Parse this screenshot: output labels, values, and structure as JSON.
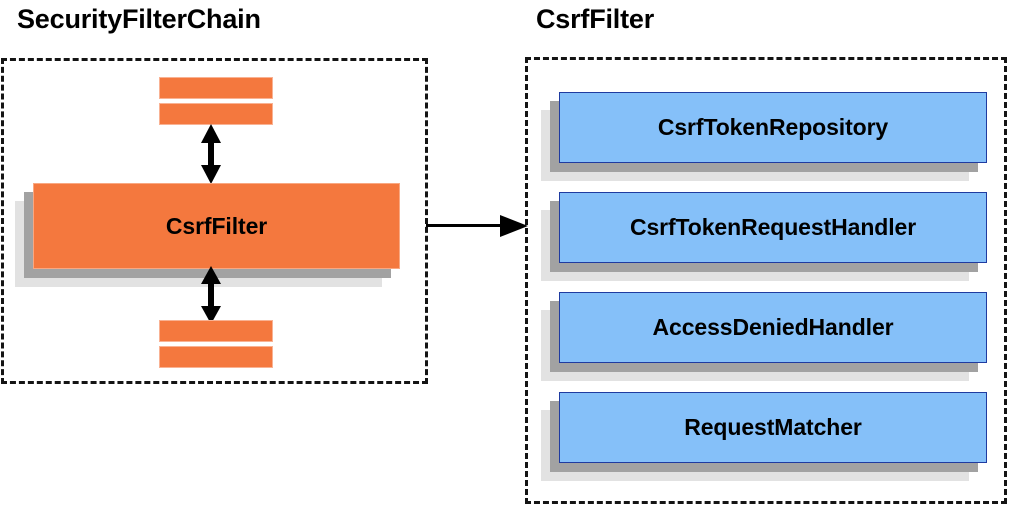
{
  "diagram": {
    "title_left": "SecurityFilterChain",
    "title_right": "CsrfFilter",
    "colors": {
      "orange_face": "#F4783E",
      "orange_border": "#F9A882",
      "blue_face": "#85C0F9",
      "blue_border": "#1F3BA0",
      "shadow_dark": "#A2A2A2",
      "shadow_light": "#E2E2E2",
      "dashed_border": "#141414",
      "text": "#000000",
      "background": "#FFFFFF"
    }
  },
  "left_panel": {
    "filter_box": {
      "label": "CsrfFilter"
    },
    "top_bars": [
      {
        "label": ""
      },
      {
        "label": ""
      }
    ],
    "bottom_bars": [
      {
        "label": ""
      },
      {
        "label": ""
      }
    ],
    "arrows": {
      "top": "double-headed-vertical-arrow",
      "bottom": "double-headed-vertical-arrow"
    }
  },
  "connector": {
    "name": "right-arrow",
    "from": "SecurityFilterChain",
    "to": "CsrfFilter"
  },
  "right_panel": {
    "collaborators": [
      {
        "label": "CsrfTokenRepository"
      },
      {
        "label": "CsrfTokenRequestHandler"
      },
      {
        "label": "AccessDeniedHandler"
      },
      {
        "label": "RequestMatcher"
      }
    ]
  }
}
